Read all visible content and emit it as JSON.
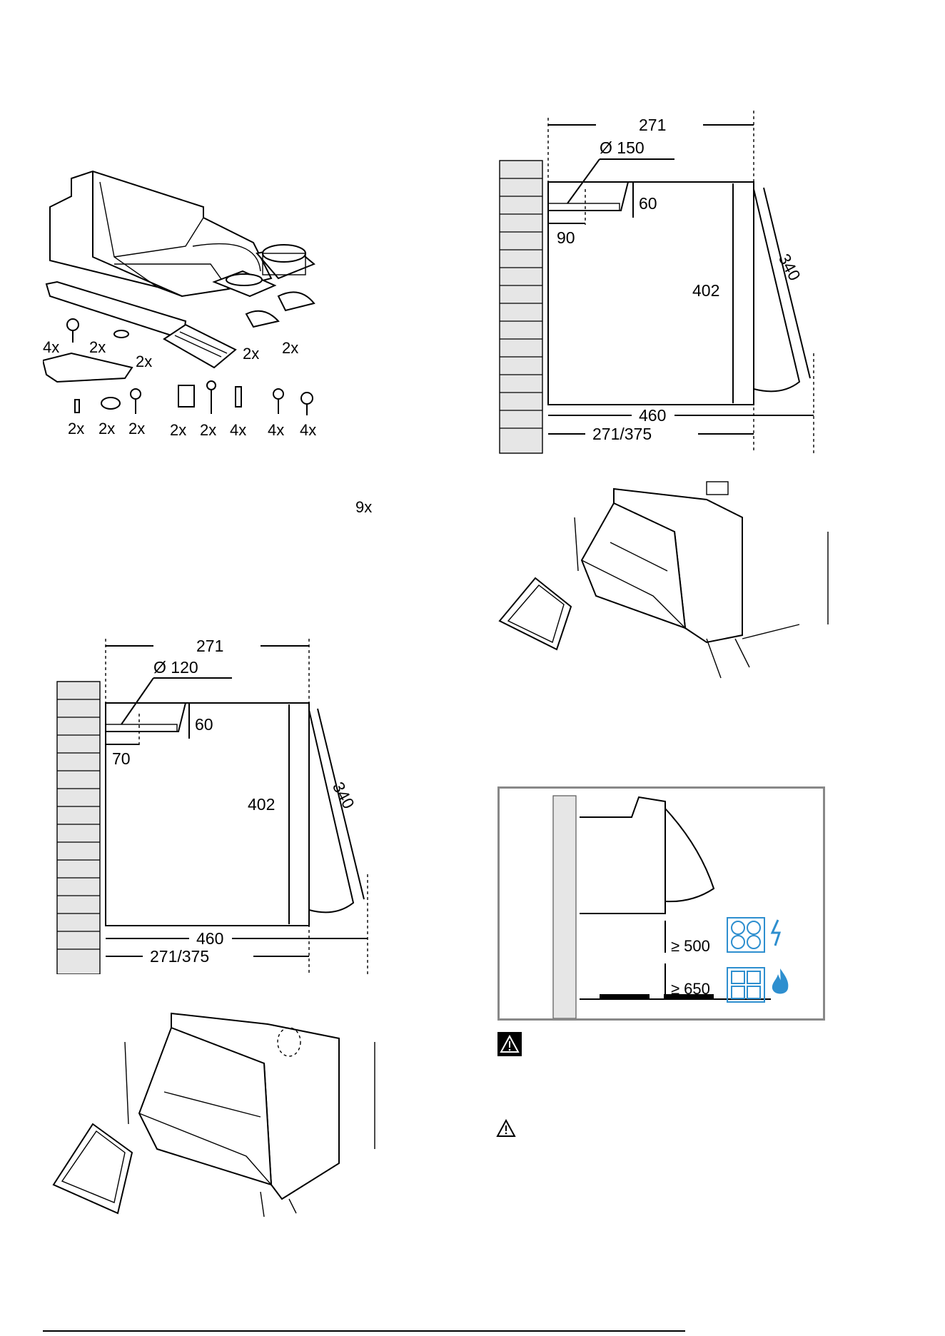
{
  "parts": {
    "quantities": [
      "4x",
      "2x",
      "2x",
      "2x",
      "2x",
      "2x",
      "2x",
      "2x",
      "2x",
      "2x",
      "4x",
      "4x",
      "4x",
      "9x"
    ]
  },
  "dim_left": {
    "width": "271",
    "duct": "Ø 120",
    "offset": "70",
    "step": "60",
    "height": "402",
    "diag": "340",
    "depth": "460",
    "mount": "271/375"
  },
  "dim_right": {
    "width": "271",
    "duct": "Ø 150",
    "offset": "90",
    "step": "60",
    "height": "402",
    "diag": "340",
    "depth": "460",
    "mount": "271/375"
  },
  "clearance": {
    "electric": "≥ 500",
    "gas": "≥ 650"
  },
  "colors": {
    "icon_blue": "#2e8fcf"
  },
  "icons": [
    "warning-filled-icon",
    "warning-outline-icon",
    "electric-hob-icon",
    "lightning-icon",
    "gas-hob-icon",
    "flame-icon"
  ]
}
